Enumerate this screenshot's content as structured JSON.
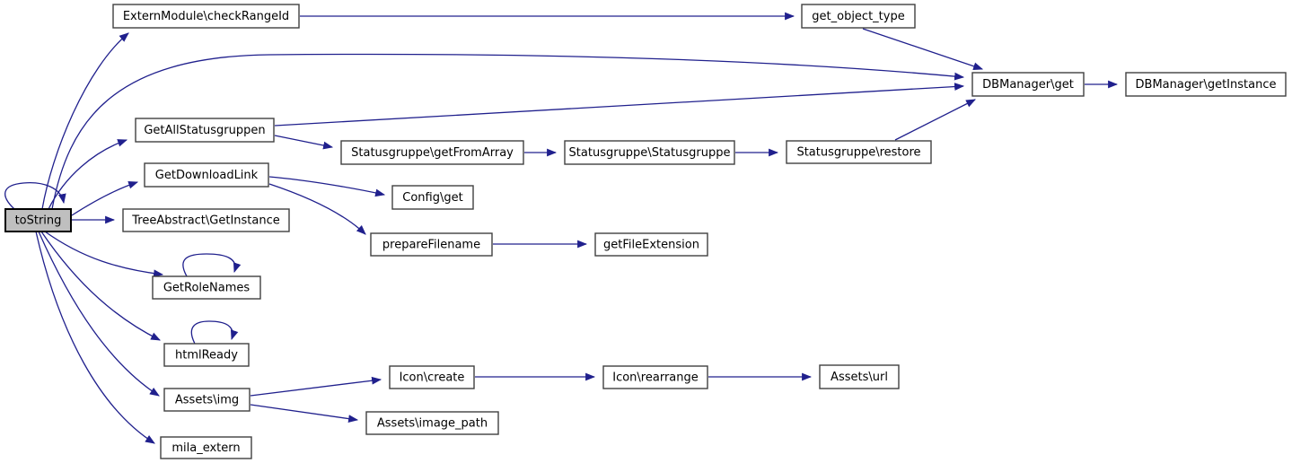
{
  "diagram": {
    "type": "call-graph",
    "background": "#ffffff",
    "colors": {
      "edge": "#20208d",
      "node_border": "#404040",
      "node_fill": "#ffffff",
      "highlight_fill": "#bfbfbf",
      "highlight_border": "#000000",
      "text": "#000000"
    },
    "nodes": [
      {
        "label": "toString",
        "highlighted": true
      },
      {
        "label": "ExternModule\\checkRangeId",
        "highlighted": false
      },
      {
        "label": "get_object_type",
        "highlighted": false
      },
      {
        "label": "DBManager\\get",
        "highlighted": false
      },
      {
        "label": "DBManager\\getInstance",
        "highlighted": false
      },
      {
        "label": "GetAllStatusgruppen",
        "highlighted": false
      },
      {
        "label": "Statusgruppe\\getFromArray",
        "highlighted": false
      },
      {
        "label": "Statusgruppe\\Statusgruppe",
        "highlighted": false
      },
      {
        "label": "Statusgruppe\\restore",
        "highlighted": false
      },
      {
        "label": "GetDownloadLink",
        "highlighted": false
      },
      {
        "label": "Config\\get",
        "highlighted": false
      },
      {
        "label": "TreeAbstract\\GetInstance",
        "highlighted": false
      },
      {
        "label": "prepareFilename",
        "highlighted": false
      },
      {
        "label": "getFileExtension",
        "highlighted": false
      },
      {
        "label": "GetRoleNames",
        "highlighted": false
      },
      {
        "label": "htmlReady",
        "highlighted": false
      },
      {
        "label": "Assets\\img",
        "highlighted": false
      },
      {
        "label": "mila_extern",
        "highlighted": false
      },
      {
        "label": "Icon\\create",
        "highlighted": false
      },
      {
        "label": "Icon\\rearrange",
        "highlighted": false
      },
      {
        "label": "Assets\\url",
        "highlighted": false
      },
      {
        "label": "Assets\\image_path",
        "highlighted": false
      }
    ],
    "edges": [
      {
        "from": "toString",
        "to": "toString"
      },
      {
        "from": "toString",
        "to": "ExternModule\\checkRangeId"
      },
      {
        "from": "toString",
        "to": "DBManager\\get"
      },
      {
        "from": "toString",
        "to": "GetAllStatusgruppen"
      },
      {
        "from": "toString",
        "to": "GetDownloadLink"
      },
      {
        "from": "toString",
        "to": "TreeAbstract\\GetInstance"
      },
      {
        "from": "toString",
        "to": "GetRoleNames"
      },
      {
        "from": "toString",
        "to": "htmlReady"
      },
      {
        "from": "toString",
        "to": "Assets\\img"
      },
      {
        "from": "toString",
        "to": "mila_extern"
      },
      {
        "from": "ExternModule\\checkRangeId",
        "to": "get_object_type"
      },
      {
        "from": "get_object_type",
        "to": "DBManager\\get"
      },
      {
        "from": "DBManager\\get",
        "to": "DBManager\\getInstance"
      },
      {
        "from": "GetAllStatusgruppen",
        "to": "DBManager\\get"
      },
      {
        "from": "GetAllStatusgruppen",
        "to": "Statusgruppe\\getFromArray"
      },
      {
        "from": "Statusgruppe\\getFromArray",
        "to": "Statusgruppe\\Statusgruppe"
      },
      {
        "from": "Statusgruppe\\Statusgruppe",
        "to": "Statusgruppe\\restore"
      },
      {
        "from": "Statusgruppe\\restore",
        "to": "DBManager\\get"
      },
      {
        "from": "GetDownloadLink",
        "to": "Config\\get"
      },
      {
        "from": "GetDownloadLink",
        "to": "prepareFilename"
      },
      {
        "from": "prepareFilename",
        "to": "getFileExtension"
      },
      {
        "from": "GetRoleNames",
        "to": "GetRoleNames"
      },
      {
        "from": "htmlReady",
        "to": "htmlReady"
      },
      {
        "from": "Assets\\img",
        "to": "Icon\\create"
      },
      {
        "from": "Assets\\img",
        "to": "Assets\\image_path"
      },
      {
        "from": "Icon\\create",
        "to": "Icon\\rearrange"
      },
      {
        "from": "Icon\\rearrange",
        "to": "Assets\\url"
      }
    ]
  }
}
